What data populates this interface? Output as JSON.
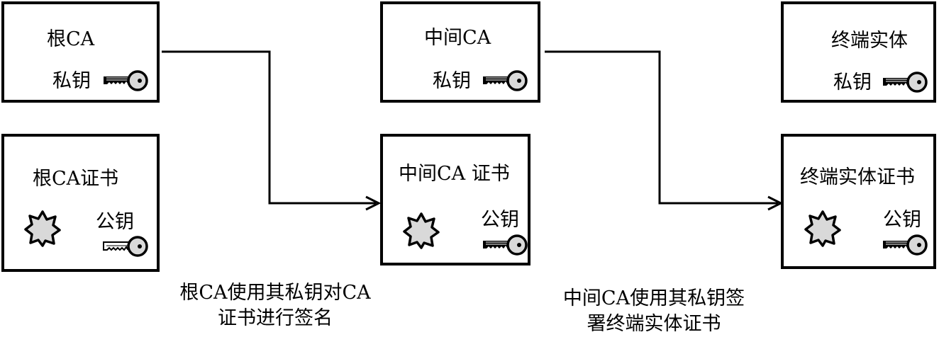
{
  "root_ca": {
    "title": "根CA",
    "private_key_label": "私钥",
    "cert_title": "根CA证书",
    "public_key_label": "公钥"
  },
  "intermediate_ca": {
    "title": "中间CA",
    "private_key_label": "私钥",
    "cert_title": "中间CA 证书",
    "public_key_label": "公钥"
  },
  "end_entity": {
    "title": "终端实体",
    "private_key_label": "私钥",
    "cert_title": "终端实体证书",
    "public_key_label": "公钥"
  },
  "captions": {
    "root_signs_line1": "根CA使用其私钥对CA",
    "root_signs_line2": "证书进行签名",
    "intermediate_signs_line1": "中间CA使用其私钥签",
    "intermediate_signs_line2": "署终端实体证书"
  },
  "icons": {
    "private_key": "dark-key-icon",
    "public_key": "light-key-icon",
    "seal": "star-seal-icon"
  },
  "colors": {
    "private_key_bow": "#d9d9d9",
    "public_key_bow": "#d9d9d9",
    "seal_fill": "#d9d9d9",
    "line": "#000000"
  }
}
